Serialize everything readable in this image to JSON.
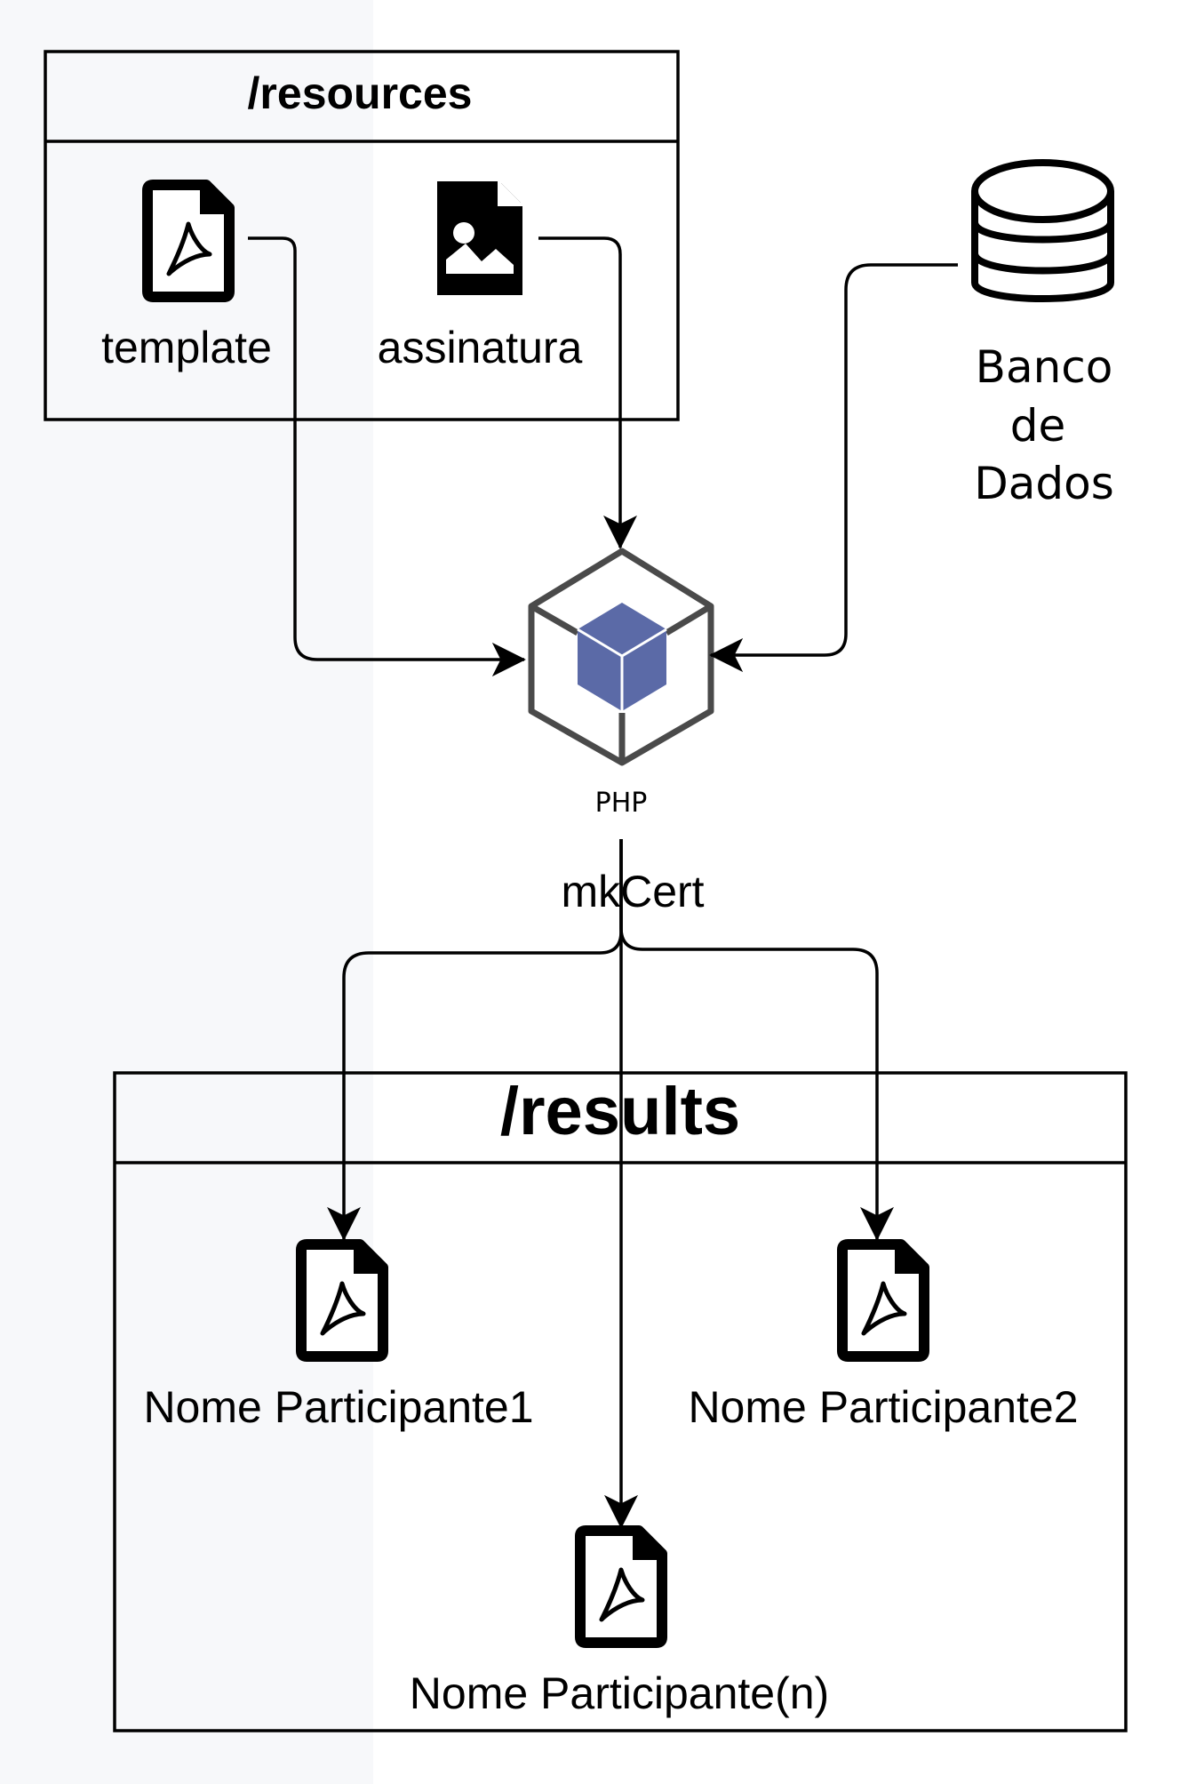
{
  "resources": {
    "title": "/resources",
    "items": [
      {
        "label": "template",
        "icon": "pdf-file-icon"
      },
      {
        "label": "assinatura",
        "icon": "image-file-icon"
      }
    ]
  },
  "database": {
    "label_lines": [
      "Banco",
      "de",
      "Dados"
    ],
    "icon": "database-icon"
  },
  "php": {
    "label": "PHP",
    "icon": "php-cube-icon",
    "accent": "#5b6aa7"
  },
  "edge_label": "mkCert",
  "results": {
    "title": "/results",
    "items": [
      {
        "label": "Nome Participante1",
        "icon": "pdf-file-icon"
      },
      {
        "label": "Nome Participante2",
        "icon": "pdf-file-icon"
      },
      {
        "label": "Nome Participante(n)",
        "icon": "pdf-file-icon"
      }
    ]
  }
}
